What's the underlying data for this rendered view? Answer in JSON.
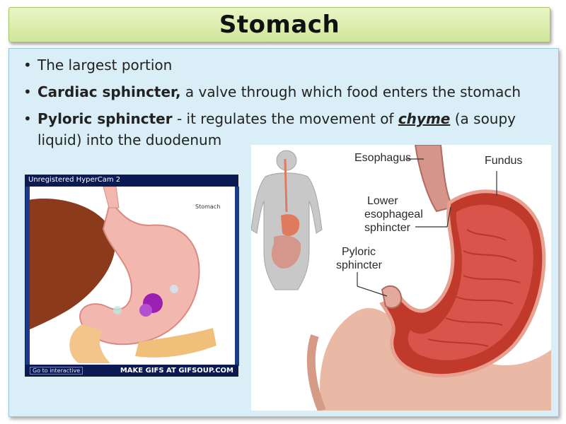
{
  "slide": {
    "title": "Stomach",
    "bullets": [
      {
        "text": "The largest portion"
      },
      {
        "bold": "Cardiac sphincter,",
        "text": " a valve through which food enters the stomach"
      },
      {
        "bold": "Pyloric sphincter",
        "text_before": " - it regulates the movement of ",
        "emph": "chyme",
        "text_after": " (a soupy liquid) into the duodenum"
      }
    ]
  },
  "left_image": {
    "top_text": "Unregistered HyperCam 2",
    "stomach_label": "Stomach",
    "goto_label": "Go to interactive",
    "watermark": "MAKE GIFS AT GIFSOUP.COM"
  },
  "right_image": {
    "labels": {
      "esophagus": "Esophagus",
      "fundus": "Fundus",
      "lower_es_1": "Lower",
      "lower_es_2": "esophageal",
      "lower_es_3": "sphincter",
      "pyloric_1": "Pyloric",
      "pyloric_2": "sphincter"
    }
  },
  "colors": {
    "title_bg": "#d6ebaa",
    "content_bg": "#d9eef6",
    "stomach_red": "#c0392b",
    "stomach_pink": "#f2b8b0"
  }
}
